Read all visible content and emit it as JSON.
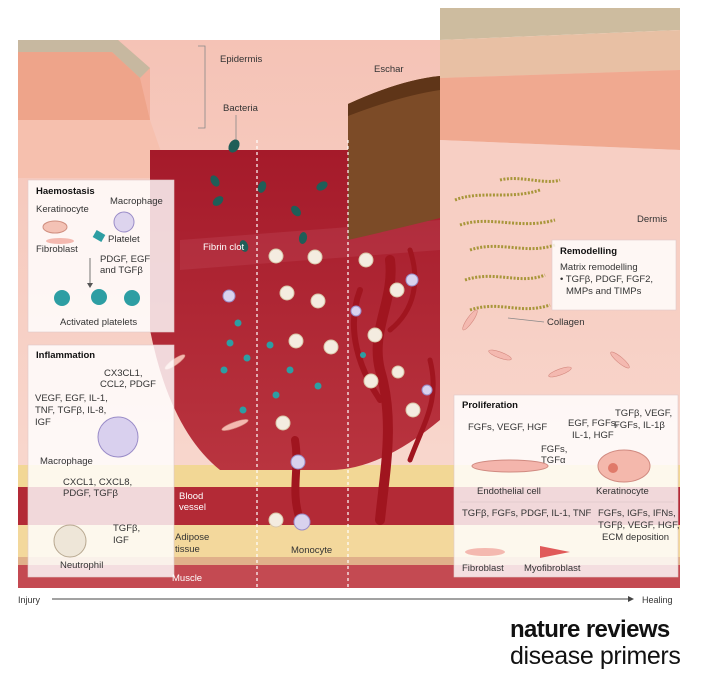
{
  "labels": {
    "epidermis": "Epidermis",
    "bacteria": "Bacteria",
    "eschar": "Eschar",
    "dermis": "Dermis",
    "fibrin_clot": "Fibrin clot",
    "blood_vessel_1": "Blood",
    "blood_vessel_2": "vessel",
    "adipose_1": "Adipose",
    "adipose_2": "tissue",
    "muscle": "Muscle",
    "monocyte": "Monocyte",
    "collagen": "Collagen",
    "injury": "Injury",
    "healing": "Healing"
  },
  "haemostasis": {
    "title": "Haemostasis",
    "keratinocyte": "Keratinocyte",
    "macrophage": "Macrophage",
    "fibroblast": "Fibroblast",
    "platelet": "Platelet",
    "factors_1": "PDGF, EGF",
    "factors_2": "and TGFβ",
    "activated": "Activated platelets"
  },
  "inflammation": {
    "title": "Inflammation",
    "chemo_1": "CX3CL1,",
    "chemo_2": "CCL2, PDGF",
    "gf_1": "VEGF, EGF, IL-1,",
    "gf_2": "TNF, TGFβ, IL-8,",
    "gf_3": "IGF",
    "macrophage": "Macrophage",
    "neu_1": "CXCL1, CXCL8,",
    "neu_2": "PDGF, TGFβ",
    "neu_gf_1": "TGFβ,",
    "neu_gf_2": "IGF",
    "neutrophil": "Neutrophil"
  },
  "remodelling": {
    "title": "Remodelling",
    "line1": "Matrix remodelling",
    "line2": "• TGFβ, PDGF, FGF2,",
    "line3": "MMPs and TIMPs"
  },
  "proliferation": {
    "title": "Proliferation",
    "endo_f": "FGFs, VEGF, HGF",
    "endo_f2_1": "FGFs,",
    "endo_f2_2": "TGFα",
    "endothelial": "Endothelial cell",
    "ker_f_1": "EGF, FGFs,",
    "ker_f_2": "IL-1, HGF",
    "ker_f2_1": "TGFβ, VEGF,",
    "ker_f2_2": "FGFs, IL-1β",
    "keratinocyte": "Keratinocyte",
    "fib_f": "TGFβ, FGFs, PDGF, IL-1, TNF",
    "myo_f_1": "FGFs, IGFs, IFNs,",
    "myo_f_2": "TGFβ, VEGF, HGF,",
    "myo_f_3": "ECM deposition",
    "fibroblast": "Fibroblast",
    "myofibroblast": "Myofibroblast"
  },
  "brand": {
    "line1": "nature reviews",
    "line2": "disease primers"
  },
  "colors": {
    "skin_top": "#c9b9a0",
    "epidermis": "#eba48a",
    "dermis": "#f9d4cc",
    "wound": "#a81e2c",
    "eschar": "#7a4a24",
    "adipose": "#f4dca0",
    "vessel": "#b72a36",
    "muscle": "#c0434c",
    "teal": "#2fa3a8"
  }
}
